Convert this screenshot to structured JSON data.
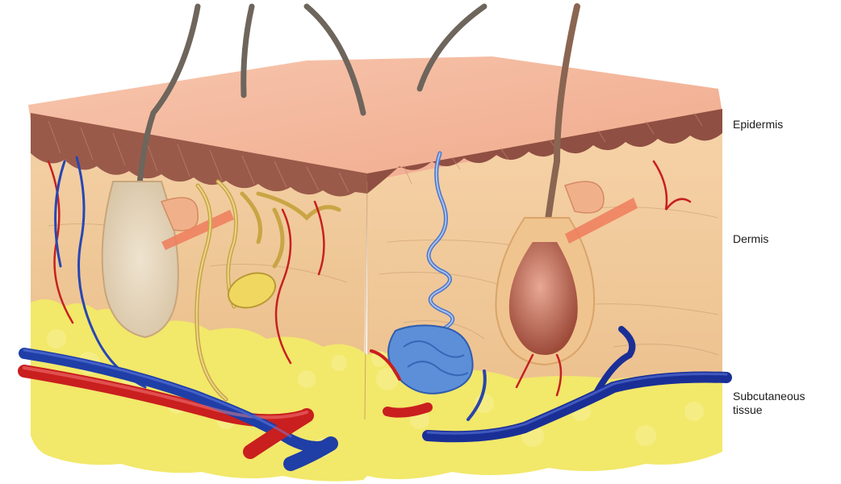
{
  "labels": {
    "epidermis": "Epidermis",
    "dermis": "Dermis",
    "subcutaneous_line1": "Subcutaneous",
    "subcutaneous_line2": "tissue"
  },
  "colors": {
    "skin_surface": "#f3b79e",
    "epidermis_band": "#9a5a4a",
    "dermis": "#f2c99a",
    "fat": "#f2e86a",
    "artery": "#d01e1e",
    "vein": "#1c3ea8",
    "hair": "#7a7066",
    "sweat_gland": "#5c8fd8",
    "nerve": "#c9a544"
  }
}
